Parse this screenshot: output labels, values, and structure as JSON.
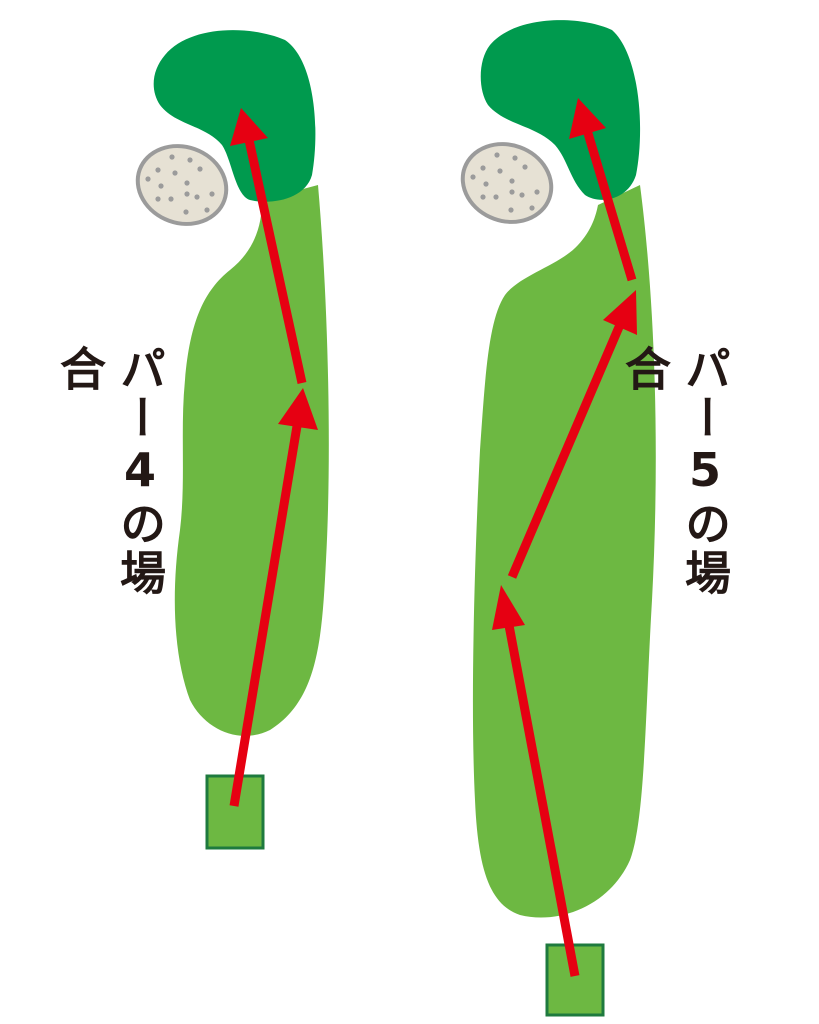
{
  "colors": {
    "green": "#009a4e",
    "fairway": "#6db842",
    "tee_border": "#1e7a3e",
    "bunker": "#e6e1d4",
    "bunker_border": "#9b9b9b",
    "arrow": "#e60012",
    "text": "#231815"
  },
  "holes": [
    {
      "label_chars": [
        "パ",
        "ー",
        "4",
        "の",
        "場",
        "合"
      ],
      "label": "パー4の場合",
      "shots": 2
    },
    {
      "label_chars": [
        "パ",
        "ー",
        "5",
        "の",
        "場",
        "合"
      ],
      "label": "パー5の場合",
      "shots": 3
    }
  ]
}
